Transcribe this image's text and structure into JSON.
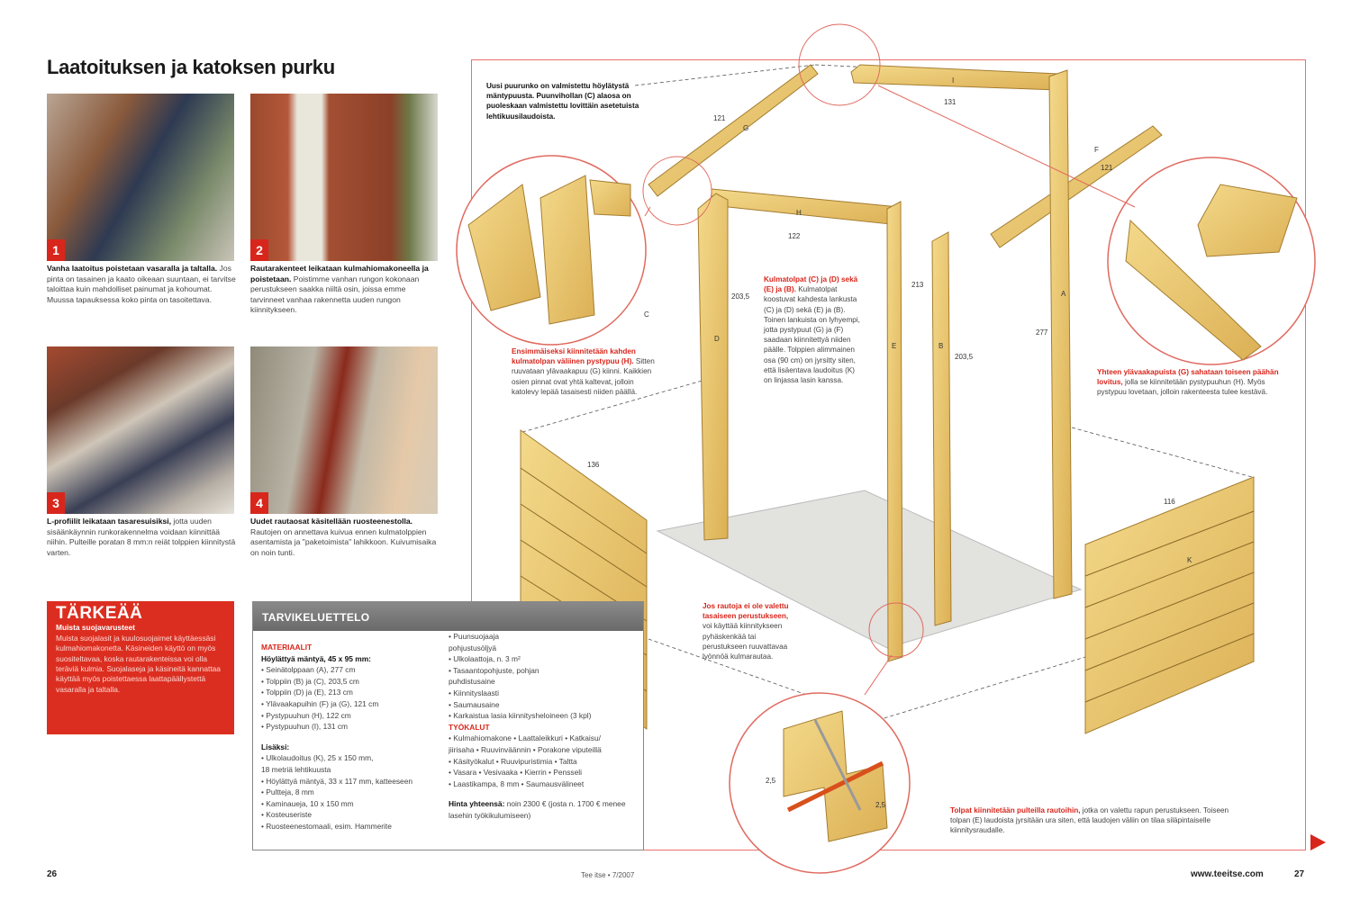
{
  "title": "Laatoituksen ja katoksen purku",
  "photos": [
    {
      "number": "1",
      "bold": "Vanha laatoitus poistetaan vasaralla ja taltalla.",
      "text": " Jos pinta on tasainen ja kaato oikeaan suuntaan, ei tarvitse taloittaa kuin mahdolliset painumat ja kohoumat. Muussa tapauksessa koko pinta on tasoitettava."
    },
    {
      "number": "2",
      "bold": "Rautarakenteet leikataan kulmahiomakoneella ja poistetaan.",
      "text": " Poistimme vanhan rungon kokonaan perustukseen saakka niiltä osin, joissa emme tarvinneet vanhaa rakennetta uuden rungon kiinnitykseen."
    },
    {
      "number": "3",
      "bold": "L-profiilit leikataan tasaresuisiksi,",
      "text": " jotta uuden sisäänkäynnin runkorakennelma voidaan kiinnittää niihin. Pulteille poratan 8 mm:n reiät tolppien kiinnitystä varten."
    },
    {
      "number": "4",
      "bold": "Uudet rautaosat käsitellään ruosteenestolla.",
      "text": " Rautojen on annettava kuivua ennen kulmatolppien asentamista ja \"paketoimista\" lahikkoon. Kuivumisaika on noin tunti."
    }
  ],
  "important": {
    "title": "TÄRKEÄÄ",
    "subtitle": "Muista suojavarusteet",
    "text": "Muista suojalasit ja kuulosuojaimet käyttäessäsi kulmahiomakonetta. Käsineiden käyttö on myös suositeltavaa, koska rautarakenteissa voi olla teräviä kulmia. Suojalaseja ja käsineitä kannattaa käyttää myös poistettaessa laattapäällystettä vasaralla ja taltalla."
  },
  "materials": {
    "header": "TARVIKELUETTELO",
    "materials_label": "MATERIAALIT",
    "wood_label": "Höylättyä mäntyä, 45 x 95 mm:",
    "wood_items": [
      "• Seinätolppaan (A), 277 cm",
      "• Tolppiin (B) ja (C), 203,5 cm",
      "• Tolppiin (D) ja (E), 213 cm",
      "• Ylävaakapuihin (F) ja (G), 121 cm",
      "• Pystypuuhun (H), 122 cm",
      "• Pystypuuhun (I), 131 cm"
    ],
    "extra_label": "Lisäksi:",
    "extra_items": [
      "• Ulkolaudoitus (K), 25 x 150 mm,",
      "18 metriä lehtikuusta",
      "• Höylättyä mäntyä, 33 x 117 mm, katteeseen",
      "• Pultteja, 8 mm",
      "• Kaminaueja, 10 x 150 mm",
      "• Kosteuseriste",
      "• Ruosteenestomaali, esim. Hammerite"
    ],
    "right_items": [
      "• Puunsuojaaja",
      "pohjustusöljyä",
      "• Ulkolaattoja, n. 3 m²",
      "• Tasaantopohjuste, pohjan",
      "puhdistusaine",
      "• Kiinnityslaasti",
      "• Saumausaine",
      "• Karkaistua lasia kiinnitysheloineen (3 kpl)"
    ],
    "tools_label": "TYÖKALUT",
    "tools_items": [
      "• Kulmahiomakone • Laattaleikkuri • Katkaisu/",
      "jiirisaha • Ruuvinväännin • Porakone viputeillä",
      "• Käsityökalut • Ruuvipuristimia • Taltta",
      "• Vasara • Vesivaaka • Kierrin • Pensseli",
      "• Laastikampa, 8 mm • Saumausvälineet"
    ],
    "cost_label": "Hinta yhteensä:",
    "cost_text": " noin 2300 € (josta n. 1700 € menee lasehin työkikulumiseen)"
  },
  "diagram": {
    "intro": "Uusi puurunko on valmistettu höylätystä mäntypuusta. Puunvihollan (C) alaosa on puoleskaan valmistettu lovittäin asetetuista lehtikuusilaudoista.",
    "step1_red": "Ensimmäiseksi kiinnitetään kahden kulmatolpan väliinen pystypuu (H).",
    "step1_text": " Sitten ruuvataan ylävaakapuu (G) kiinni. Kaikkien osien pinnat ovat yhtä kaltevat, jolloin katolevy lepää tasaisesti niiden päällä.",
    "corner_red": "Kulmatolpat (C) ja (D) sekä (E) ja (B).",
    "corner_text": " Kulmatolpat koostuvat kahdesta lankusta (C) ja (D) sekä (E) ja (B). Toinen lankuista on lyhyempi, jotta pystypuut (G) ja (F) saadaan kiinnitettyä niiden päälle. Tolppien alimmainen osa (90 cm) on jyrsitty siten, että lisäentava laudoitus (K) on linjassa lasin kanssa.",
    "notch_red": "Yhteen ylävaakapuista (G) sahataan toiseen päähän lovitus,",
    "notch_text": " jolla se kiinnitetään pystypuuhun (H). Myös pystypuu lovetaan, jolloin rakenteesta tulee kestävä.",
    "iron_red": "Jos rautoja ei ole valettu tasaiseen perustukseen,",
    "iron_text": " voi käyttää kiinnitykseen pyhäskenkää tai perustukseen ruuvattavaa lyönnöä kulmarautaa.",
    "bolt_red": "Tolpat kiinnitetään pulteilla rautoihin,",
    "bolt_text": " jotka on valettu rapun perustukseen. Toiseen tolpan (E) laudoista jyrsitään ura siten, että laudojen väliin on tilaa siläpintaiselle kiinnitysraudalle.",
    "dims": {
      "d121a": "121",
      "d131": "131",
      "d122": "122",
      "d2035a": "203,5",
      "d213": "213",
      "d277": "277",
      "d2035b": "203,5",
      "d136": "136",
      "d116": "116",
      "d121b": "121",
      "d25a": "2,5",
      "d25b": "2,5"
    },
    "letters": {
      "A": "A",
      "B": "B",
      "C": "C",
      "D": "D",
      "E": "E",
      "F": "F",
      "G": "G",
      "H": "H",
      "I": "I",
      "K": "K"
    }
  },
  "footer": {
    "left_page": "26",
    "magazine": "Tee itse • 7/2007",
    "url": "www.teeitse.com",
    "right_page": "27"
  },
  "colors": {
    "accent": "#d8261c",
    "wood": "#e9c66a",
    "frame": "#e8706a"
  }
}
